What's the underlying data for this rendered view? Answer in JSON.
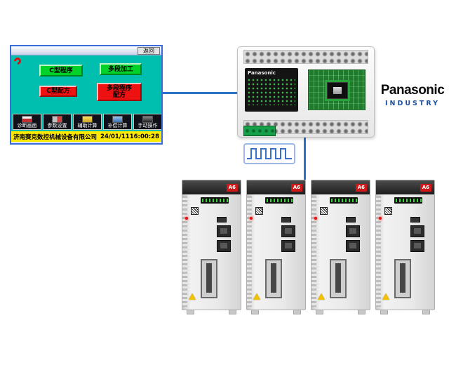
{
  "colors": {
    "accent_blue": "#2a72c8",
    "hmi_teal": "#00bfae",
    "button_green": "#00d22a",
    "button_red": "#ee1111",
    "status_yellow": "#ffe900",
    "brand_blue": "#1b4fa0"
  },
  "hmi": {
    "back_button": "返回",
    "program_buttons": [
      {
        "label": "C型程序",
        "color": "green"
      },
      {
        "label": "多段加工",
        "color": "green"
      },
      {
        "label": "C型配方",
        "color": "red"
      },
      {
        "label": "多段程序\n配方",
        "color": "red"
      }
    ],
    "toolbar": [
      {
        "label": "诊断画面",
        "icon": "diagnostic-tools-icon"
      },
      {
        "label": "参数设置",
        "icon": "parameter-settings-icon"
      },
      {
        "label": "辅助计算",
        "icon": "auxiliary-calc-icon"
      },
      {
        "label": "补偿计算",
        "icon": "compensation-calc-icon"
      },
      {
        "label": "手动操作",
        "icon": "manual-operation-icon"
      }
    ],
    "status": {
      "company": "济南赛克数控机械设备有限公司",
      "datetime": "24/01/1116:00:28"
    }
  },
  "plc": {
    "brand": "Panasonic"
  },
  "pulse": {
    "icon": "square-wave-icon"
  },
  "brand": {
    "name": "Panasonic",
    "division": "INDUSTRY"
  },
  "servos": [
    {
      "badge": "A6"
    },
    {
      "badge": "A6"
    },
    {
      "badge": "A6"
    },
    {
      "badge": "A6"
    }
  ]
}
